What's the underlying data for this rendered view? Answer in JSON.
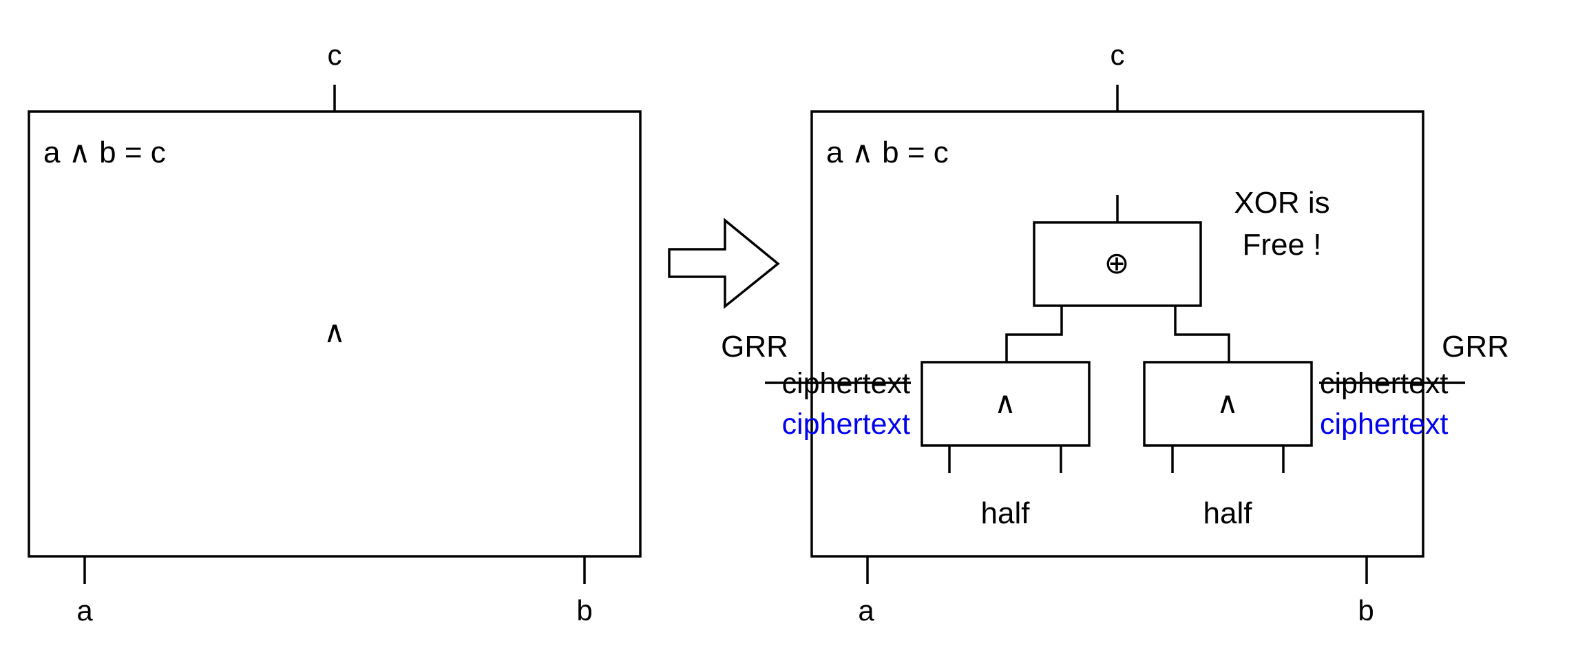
{
  "left_circuit": {
    "output_label": "c",
    "equation": "a ∧ b = c",
    "gate_symbol": "∧",
    "input_a": "a",
    "input_b": "b"
  },
  "right_circuit": {
    "output_label": "c",
    "equation": "a ∧ b = c",
    "xor_symbol": "⊕",
    "xor_note_line1": "XOR is",
    "xor_note_line2": "Free !",
    "left_and_gate": "∧",
    "right_and_gate": "∧",
    "left_half": "half",
    "right_half": "half",
    "left_grr": "GRR",
    "right_grr": "GRR",
    "left_ciphertext_struck": "ciphertext",
    "left_ciphertext": "ciphertext",
    "right_ciphertext_struck": "ciphertext",
    "right_ciphertext": "ciphertext",
    "input_a": "a",
    "input_b": "b"
  },
  "colors": {
    "ciphertext_blue": "#0000ee",
    "line": "#000000"
  }
}
